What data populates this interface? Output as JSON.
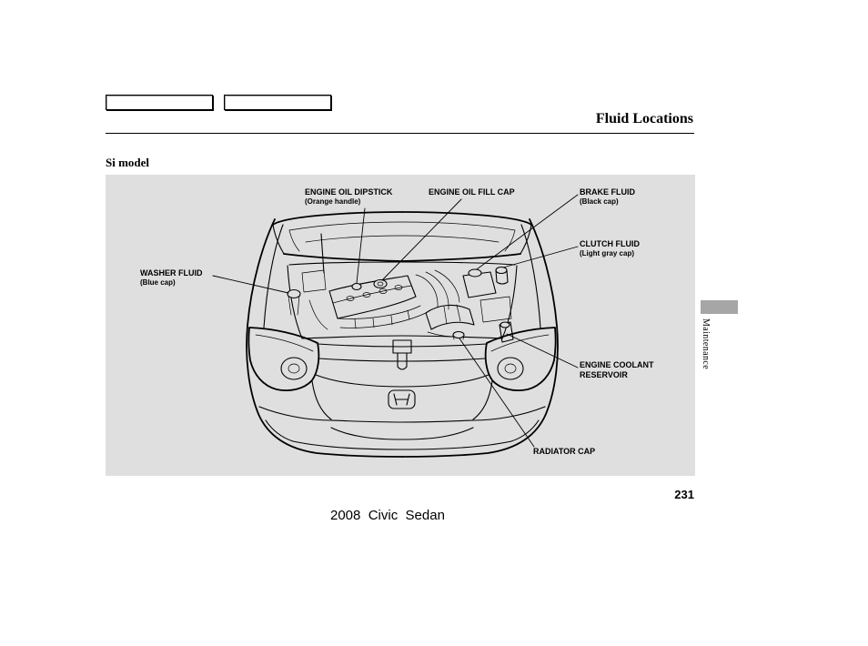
{
  "header": {
    "title": "Fluid Locations"
  },
  "section": {
    "model": "Si model"
  },
  "diagram": {
    "callouts": {
      "engine_oil_dipstick": {
        "label": "ENGINE OIL DIPSTICK",
        "note": "(Orange handle)"
      },
      "engine_oil_fill_cap": {
        "label": "ENGINE OIL FILL CAP"
      },
      "brake_fluid": {
        "label": "BRAKE FLUID",
        "note": "(Black cap)"
      },
      "clutch_fluid": {
        "label": "CLUTCH FLUID",
        "note": "(Light gray cap)"
      },
      "washer_fluid": {
        "label": "WASHER FLUID",
        "note": "(Blue cap)"
      },
      "engine_coolant_reservoir": {
        "lines": [
          "ENGINE COOLANT",
          "RESERVOIR"
        ]
      },
      "radiator_cap": {
        "label": "RADIATOR CAP"
      }
    }
  },
  "side_tab": {
    "label": "Maintenance"
  },
  "footer": {
    "page_number": "231",
    "model": "2008  Civic  Sedan"
  },
  "colors": {
    "diagram_background": "#dfdfdf",
    "section_tab": "#a6a6a6",
    "text": "#000000"
  }
}
